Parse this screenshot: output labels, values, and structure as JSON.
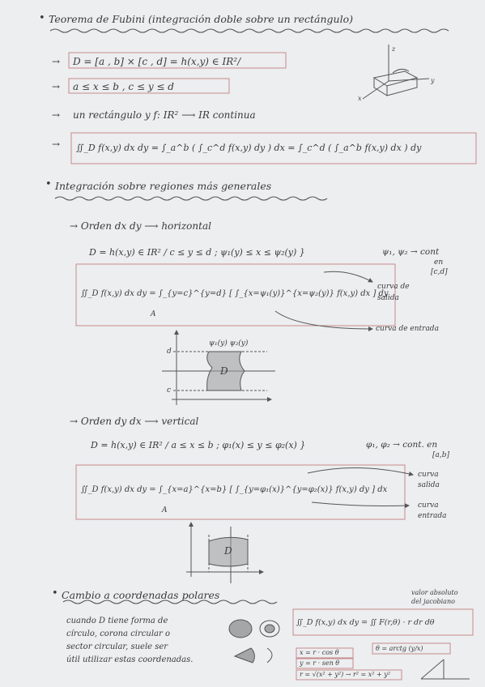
{
  "notes": {
    "s1": {
      "title": "Teorema de Fubini (integración doble sobre un rectángulo)",
      "l1": "D = [a , b] × [c , d] = h(x,y) ∈ IR²/",
      "l2": "a ≤ x ≤ b     ,     c ≤ y ≤ d",
      "l3": "un rectángulo  y  f: IR² ⟶ IR continua",
      "l4": "∬_D f(x,y) dx dy = ∫_a^b ( ∫_c^d f(x,y) dy ) dx = ∫_c^d ( ∫_a^b f(x,y) dx ) dy"
    },
    "s2": {
      "title": "Integración sobre regiones más generales",
      "h1": "→  Orden  dx dy  ⟶  horizontal",
      "dom1": "D = h(x,y) ∈ IR² / c ≤ y ≤ d ; ψ₁(y) ≤ x ≤ ψ₂(y) }",
      "cont1": "ψ₁, ψ₂ → cont",
      "cont1b": "en",
      "cont1c": "[c,d]",
      "int1": "∬_D f(x,y) dx dy = ∫_{y=c}^{y=d} [ ∫_{x=ψ₁(y)}^{x=ψ₂(y)} f(x,y) dx ] dy",
      "int1a": "A",
      "ann1a": "curva de",
      "ann1b": "salida",
      "ann1c": "curva de entrada",
      "h2": "→  Orden  dy dx  ⟶  vertical",
      "dom2": "D = h(x,y) ∈ IR² / a ≤ x ≤ b ; φ₁(x) ≤ y ≤ φ₂(x) }",
      "cont2": "φ₁, φ₂ → cont. en",
      "cont2b": "[a,b]",
      "int2": "∬_D f(x,y) dx dy = ∫_{x=a}^{x=b} [ ∫_{y=φ₁(x)}^{y=φ₂(x)} f(x,y) dy ] dx",
      "int2a": "A",
      "ann2a": "curva",
      "ann2b": "salida",
      "ann2c": "curva",
      "ann2d": "entrada",
      "g1": "ψ₁(y)  ψ₂(y)",
      "g1d": "D",
      "g1dd": "d",
      "g1c": "c",
      "g2d": "D"
    },
    "s3": {
      "title": "Cambio a coordenadas polares",
      "p1": "cuando D tiene forma de",
      "p2": "círculo, corona circular o",
      "p3": "sector circular, suele ser",
      "p4": "útil utilizar estas coordenadas.",
      "jac1": "valor absoluto",
      "jac2": "del jacobiano",
      "f1": "∬_D f(x,y) dx dy = ∬ F(r,θ) · r dr dθ",
      "f2": "x = r · cos θ",
      "f3": "y = r · sen θ",
      "f4": "r = √(x² + y²) → r² = x² + y²",
      "f5": "θ = arctg (y/x)"
    }
  }
}
